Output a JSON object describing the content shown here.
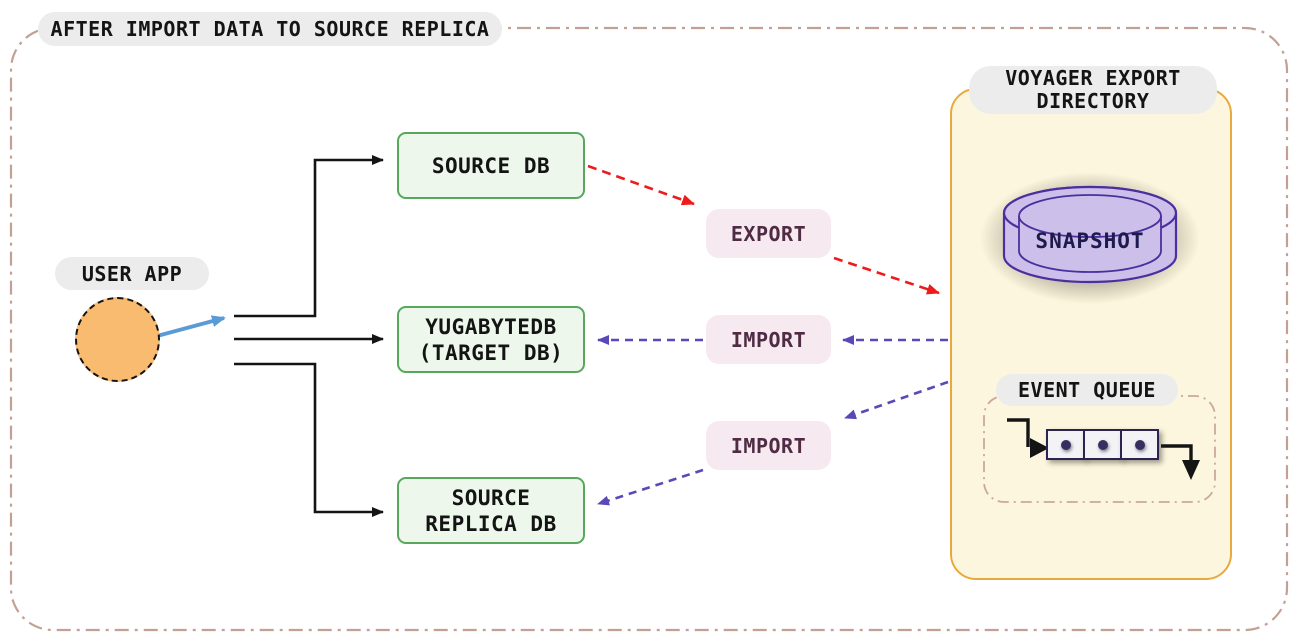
{
  "diagram_title": "AFTER IMPORT DATA TO SOURCE REPLICA",
  "user_app": {
    "label": "USER APP"
  },
  "databases": {
    "source_db": {
      "label": "SOURCE DB"
    },
    "target_db": {
      "label_line1": "YUGABYTEDB",
      "label_line2": "(TARGET DB)"
    },
    "source_replica_db": {
      "label_line1": "SOURCE",
      "label_line2": "REPLICA DB"
    }
  },
  "flow_labels": {
    "export": "EXPORT",
    "import_to_target": "IMPORT",
    "import_to_replica": "IMPORT"
  },
  "voyager_panel": {
    "title_line1": "VOYAGER EXPORT",
    "title_line2": "DIRECTORY",
    "snapshot_label": "SNAPSHOT",
    "event_queue_label": "EVENT QUEUE",
    "event_queue_items": 3
  },
  "colors": {
    "frame_dash": "#c2a194",
    "node_green_border": "#57a85c",
    "node_green_fill": "#edf7ec",
    "label_pill_gray": "#ececec",
    "user_app_orange": "#f9bb70",
    "user_arrow_blue": "#5b9bd5",
    "export_arrow_red": "#ee1b1b",
    "import_arrow_purple": "#5a48b9",
    "flow_pill_pink": "#f6eaf0",
    "flow_pill_text": "#4f2b44",
    "panel_fill": "#fcf6de",
    "panel_border": "#e9a93e",
    "snapshot_fill": "#ccc0ea",
    "snapshot_stroke": "#4c2f9e",
    "queue_navy": "#2a2550"
  }
}
